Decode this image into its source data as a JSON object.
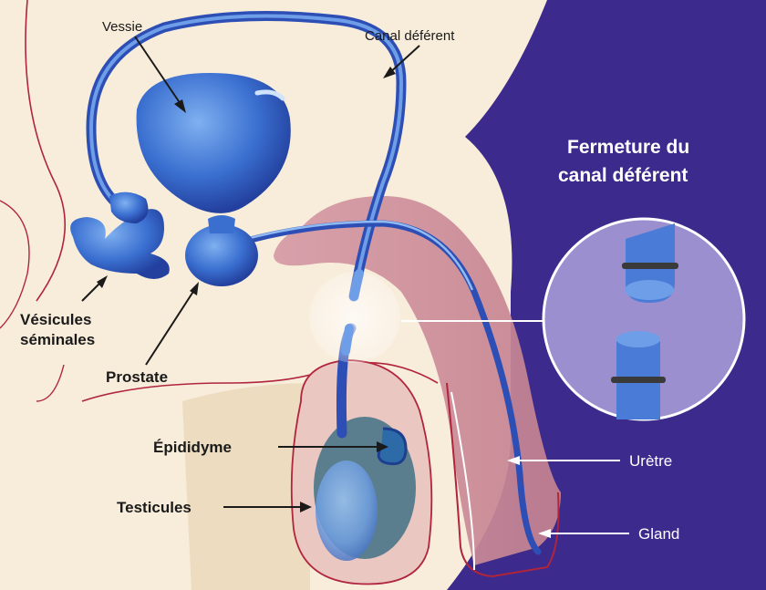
{
  "labels": {
    "vessie": "Vessie",
    "canal_deferent": "Canal déférent",
    "vesicules_line1": "Vésicules",
    "vesicules_line2": "séminales",
    "prostate": "Prostate",
    "epididyme": "Épididyme",
    "testicules": "Testicules",
    "uretre": "Urètre",
    "gland": "Gland"
  },
  "inset": {
    "title_line1": "Fermeture du",
    "title_line2": "canal déférent"
  },
  "colors": {
    "skin_background": "#f8ecda",
    "panel_purple": "#3c2a8c",
    "duct_blue": "#2d4fb5",
    "organ_blue": "#3a6fd0",
    "pink_tissue": "#c98896",
    "inset_circle": "#9b8fcf",
    "outline_red": "#b0253c"
  }
}
